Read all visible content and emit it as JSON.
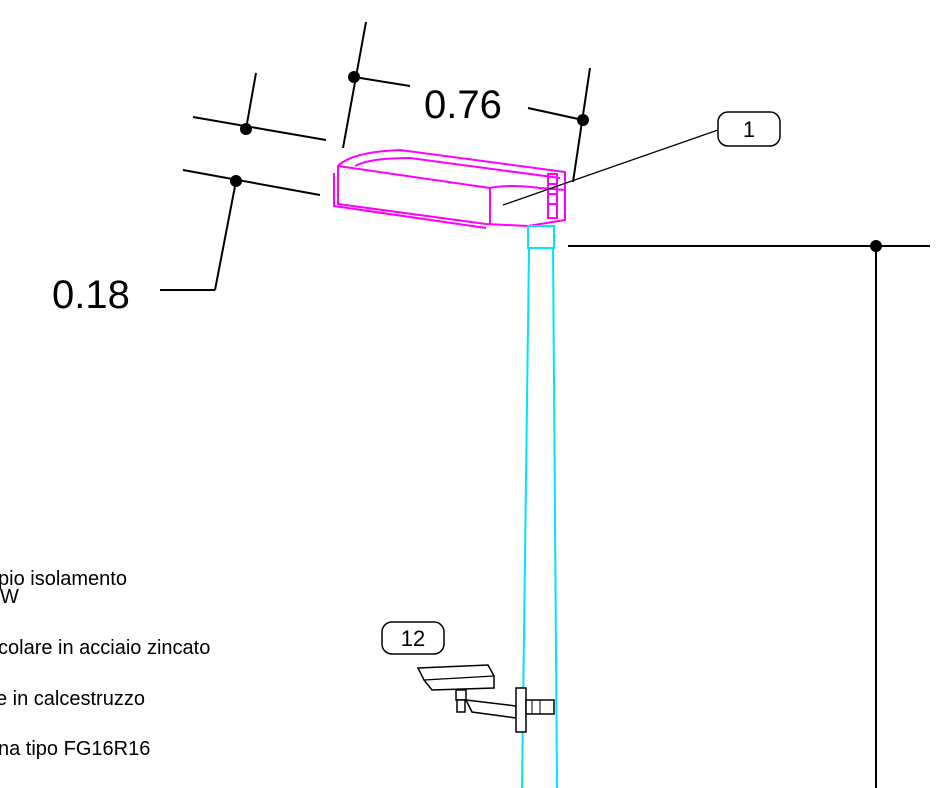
{
  "dimensions": {
    "width_label": "0.76",
    "height_label": "0.18"
  },
  "callouts": {
    "lamp": "1",
    "camera": "12"
  },
  "notes": [
    "pio isolamento",
    "W",
    "colare in acciaio zincato",
    "e in calcestruzzo",
    "na tipo FG16R16"
  ],
  "colors": {
    "lamp": "#ff00ff",
    "pole": "#00e5ff",
    "lines": "#000000"
  }
}
